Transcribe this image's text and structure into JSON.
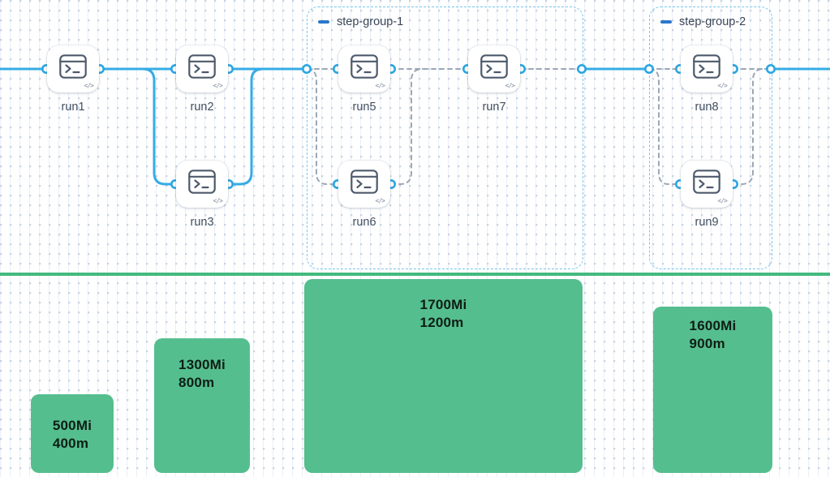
{
  "canvas": {
    "nodes": [
      {
        "label": "run1"
      },
      {
        "label": "run2"
      },
      {
        "label": "run3"
      },
      {
        "label": "run5"
      },
      {
        "label": "run6"
      },
      {
        "label": "run7"
      },
      {
        "label": "run8"
      },
      {
        "label": "run9"
      }
    ],
    "groups": [
      {
        "label": "step-group-1"
      },
      {
        "label": "step-group-2"
      }
    ],
    "icons": {
      "node_type": "terminal-icon",
      "code_badge": "</>"
    },
    "colors": {
      "edge_solid": "#35ace4",
      "edge_dashed": "#9ca7b5",
      "port_stroke": "#2aa6e2",
      "group_border": "#74c6ee",
      "group_collapse_accent": "#2a77cc",
      "node_label": "#414e5e"
    }
  },
  "chart_data": {
    "type": "bar",
    "bars": [
      {
        "memory": "500Mi",
        "cpu": "400m",
        "label": "500Mi\n400m"
      },
      {
        "memory": "1300Mi",
        "cpu": "800m",
        "label": "1300Mi\n800m"
      },
      {
        "memory": "1700Mi",
        "cpu": "1200m",
        "label": "1700Mi\n1200m"
      },
      {
        "memory": "1600Mi",
        "cpu": "900m",
        "label": "1600Mi\n900m"
      }
    ],
    "bar_color": "#55be8e",
    "divider_color": "#43ba7e",
    "text_color": "#0d1e15",
    "legend": "none",
    "grid": "dotted-canvas"
  }
}
